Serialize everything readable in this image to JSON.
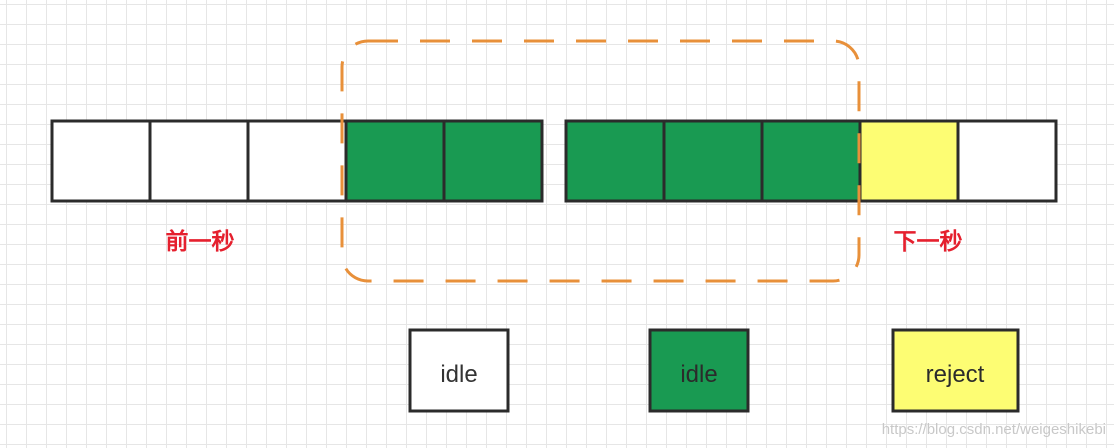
{
  "colors": {
    "idle_white": "#ffffff",
    "idle_green": "#199a52",
    "reject_yellow": "#fdfd73",
    "border": "#2b2b2b",
    "window_outline": "#e8903a",
    "label_red": "#e5202e"
  },
  "timeline": {
    "prev_second_label": "前一秒",
    "next_second_label": "下一秒",
    "prev_cells": [
      "white",
      "white",
      "white",
      "green",
      "green"
    ],
    "next_cells": [
      "green",
      "green",
      "green",
      "yellow",
      "white"
    ]
  },
  "legend": [
    {
      "label": "idle",
      "state": "white"
    },
    {
      "label": "idle",
      "state": "green"
    },
    {
      "label": "reject",
      "state": "yellow"
    }
  ],
  "watermark": "https://blog.csdn.net/weigeshikebi"
}
